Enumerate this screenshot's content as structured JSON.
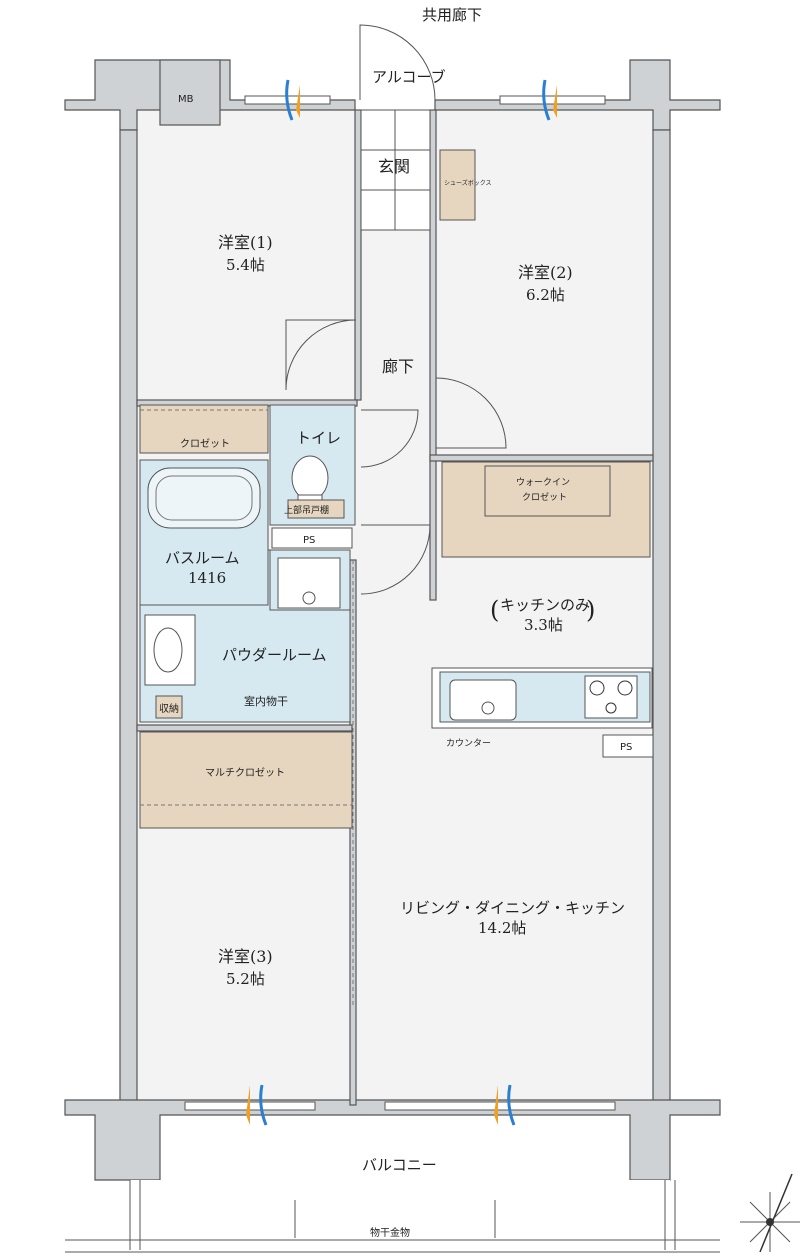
{
  "labels": {
    "corridor_common": "共用廊下",
    "alcove": "アルコーブ",
    "mb": "MB",
    "entrance": "玄関",
    "shoe_box": "シューズボックス",
    "room1_name": "洋室(1)",
    "room1_size": "5.4帖",
    "room2_name": "洋室(2)",
    "room2_size": "6.2帖",
    "hallway": "廊下",
    "closet": "クロゼット",
    "toilet": "トイレ",
    "upper_shelf": "上部吊戸棚",
    "ps1": "PS",
    "walkin_line1": "ウォークイン",
    "walkin_line2": "クロゼット",
    "bath_name": "バスルーム",
    "bath_size": "1416",
    "kitchen_only_name": "キッチンのみ",
    "kitchen_only_size": "3.3帖",
    "powder": "パウダールーム",
    "indoor_dry": "室内物干",
    "storage": "収納",
    "counter": "カウンター",
    "ps2": "PS",
    "multi_closet": "マルチクロゼット",
    "ldk_name": "リビング・ダイニング・キッチン",
    "ldk_size": "14.2帖",
    "room3_name": "洋室(3)",
    "room3_size": "5.2帖",
    "balcony": "バルコニー",
    "dry_hardware": "物干金物"
  },
  "colors": {
    "wall": "#cfd2d4",
    "floor": "#f3f3f3",
    "wet_area": "#d6e9f1",
    "storage": "#e6d6bf",
    "airflow_orange": "#f0a020",
    "airflow_blue": "#2a7fd0"
  },
  "icons": {
    "compass": "compass-rose-icon",
    "airflow": "airflow-arrow-icon"
  }
}
